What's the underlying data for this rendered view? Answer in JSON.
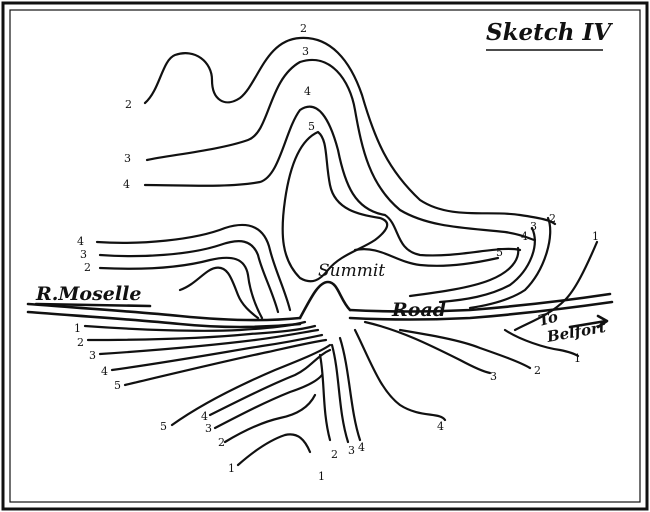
{
  "title": "Sketch IV",
  "labels": {
    "river": "R.Moselle",
    "summit": "Summit",
    "road": "Road",
    "to": "To",
    "belfort": "Belfort"
  },
  "contour_numbers": {
    "top_2": "2",
    "top_3": "3",
    "top_4": "4",
    "top_5": "5",
    "left_2": "2",
    "left_3": "3",
    "left_4": "4",
    "mid_left_4": "4",
    "mid_left_3": "3",
    "mid_left_2": "2",
    "low_left_1": "1",
    "low_left_2": "2",
    "low_left_3": "3",
    "low_left_4": "4",
    "low_left_5": "5",
    "bottom_5": "5",
    "bottom_4": "4",
    "bottom_3": "3",
    "bottom_2": "2",
    "bottom_1": "1",
    "bottom_mid_2": "2",
    "bottom_mid_3": "3",
    "bottom_mid_4": "4",
    "bottom_mid_1": "1",
    "right_5": "5",
    "right_4": "4",
    "right_3": "3",
    "right_2": "2",
    "right_1": "1",
    "lower_right_3": "3",
    "lower_right_2": "2",
    "lower_right_1": "1",
    "center_4": "4"
  }
}
